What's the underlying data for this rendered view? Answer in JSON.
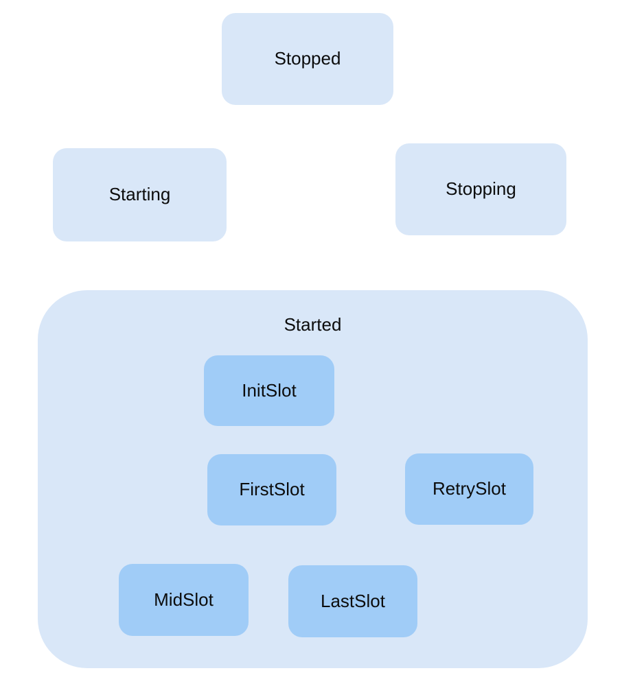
{
  "diagram": {
    "kind": "state-machine-diagram",
    "background": "#ffffff",
    "colors": {
      "state_fill": "#d9e7f8",
      "substate_fill": "#a0ccf7",
      "label_text": "#0c0c0c"
    },
    "states": {
      "stopped": {
        "label": "Stopped"
      },
      "starting": {
        "label": "Starting"
      },
      "stopping": {
        "label": "Stopping"
      },
      "started": {
        "label": "Started",
        "children": {
          "init_slot": {
            "label": "InitSlot"
          },
          "first_slot": {
            "label": "FirstSlot"
          },
          "retry_slot": {
            "label": "RetrySlot"
          },
          "mid_slot": {
            "label": "MidSlot"
          },
          "last_slot": {
            "label": "LastSlot"
          }
        }
      }
    }
  }
}
